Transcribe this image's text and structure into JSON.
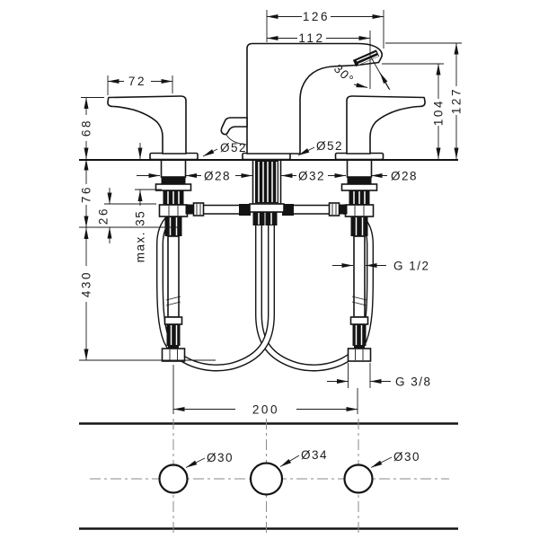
{
  "front_view": {
    "spout_reach_overall": "126",
    "spout_reach_to_aerator": "112",
    "handle_width": "72",
    "handle_height": "68",
    "aerator_angle": "30°",
    "aerator_height": "104",
    "overall_height": "127",
    "left_escutcheon_dia": "Ø52",
    "spout_escutcheon_dia": "Ø52",
    "left_shank_dia": "Ø28",
    "spout_shank_dia": "Ø32",
    "right_shank_dia": "Ø28",
    "below_deck_clearance": "76",
    "nut_height": "26",
    "max_deck_thickness": "max. 35",
    "hose_length": "430",
    "supply_thread": "G 1/2",
    "connection_thread": "G 3/8",
    "hole_spacing": "200"
  },
  "plan_view": {
    "left_hole_dia": "Ø30",
    "center_hole_dia": "Ø34",
    "right_hole_dia": "Ø30"
  }
}
